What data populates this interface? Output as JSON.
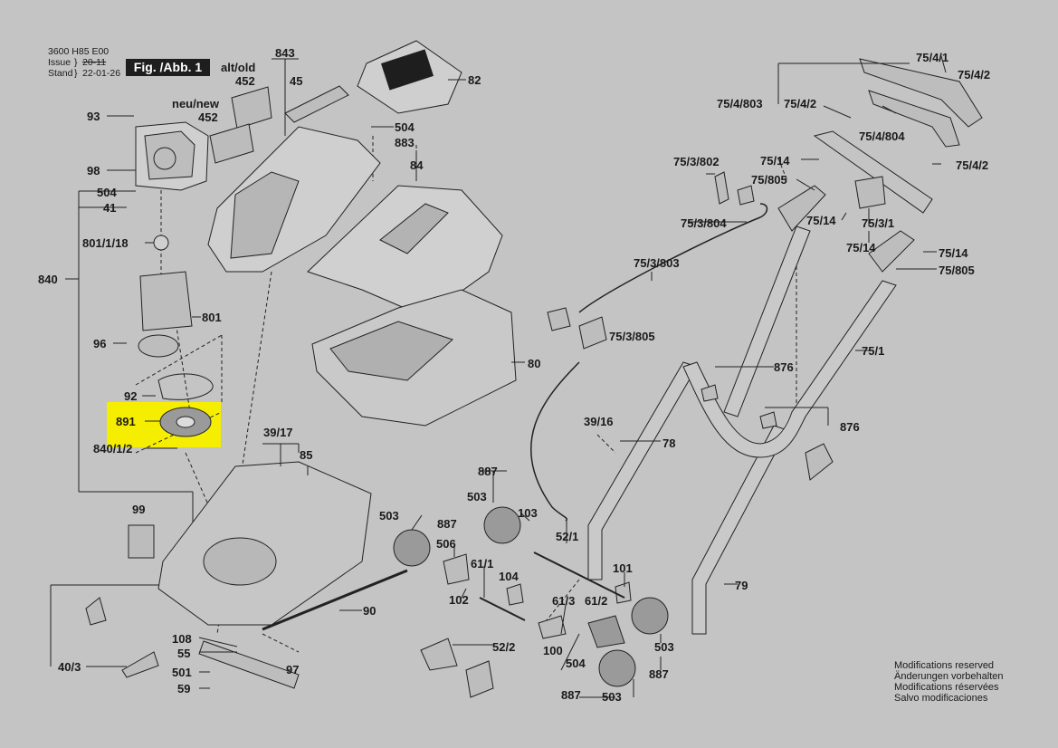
{
  "header": {
    "doc_number": "3600 H85 E00",
    "issue_label": "Issue",
    "issue_value": "20-11",
    "stand_label": "Stand",
    "stand_value": "22-01-26",
    "figure_label": "Fig. /Abb. 1",
    "bracket": "}"
  },
  "highlight_color": "#f6ee00",
  "labels": {
    "p843": "843",
    "alt_old": "alt/old",
    "p452a": "452",
    "p45": "45",
    "p82": "82",
    "neu_new": "neu/new",
    "p452b": "452",
    "p93": "93",
    "p504a": "504",
    "p883": "883",
    "p84": "84",
    "p98": "98",
    "p504b": "504",
    "p41": "41",
    "p801_1_18": "801/1/18",
    "p840": "840",
    "p801": "801",
    "p96": "96",
    "p92": "92",
    "p891": "891",
    "p840_1_2": "840/1/2",
    "p39_17": "39/17",
    "p85": "85",
    "p99": "99",
    "p80": "80",
    "p90": "90",
    "p108": "108",
    "p55": "55",
    "p97": "97",
    "p40_3": "40/3",
    "p501": "501",
    "p59": "59",
    "p887a": "887",
    "p503a": "503",
    "p103": "103",
    "p503b": "503",
    "p887b": "887",
    "p506": "506",
    "p61_1": "61/1",
    "p104": "104",
    "p102": "102",
    "p52_1": "52/1",
    "p39_16": "39/16",
    "p78": "78",
    "p101": "101",
    "p61_3": "61/3",
    "p61_2": "61/2",
    "p100": "100",
    "p504c": "504",
    "p52_2": "52/2",
    "p503c": "503",
    "p887c": "887",
    "p887d": "887",
    "p503d": "503",
    "p79": "79",
    "p75_3_803": "75/3/803",
    "p75_3_805": "75/3/805",
    "p75_3_802": "75/3/802",
    "p75_3_804": "75/3/804",
    "p876a": "876",
    "p876b": "876",
    "p75_1": "75/1",
    "p75_4_1": "75/4/1",
    "p75_4_2a": "75/4/2",
    "p75_4_803": "75/4/803",
    "p75_4_2b": "75/4/2",
    "p75_4_804": "75/4/804",
    "p75_4_2c": "75/4/2",
    "p75_14a": "75/14",
    "p75_805a": "75/805",
    "p75_14b": "75/14",
    "p75_3_1": "75/3/1",
    "p75_14c": "75/14",
    "p75_14d": "75/14",
    "p75_805b": "75/805"
  },
  "notes": {
    "line1": "Modifications reserved",
    "line2": "Änderungen vorbehalten",
    "line3": "Modifications réservées",
    "line4": "Salvo modificaciones"
  }
}
